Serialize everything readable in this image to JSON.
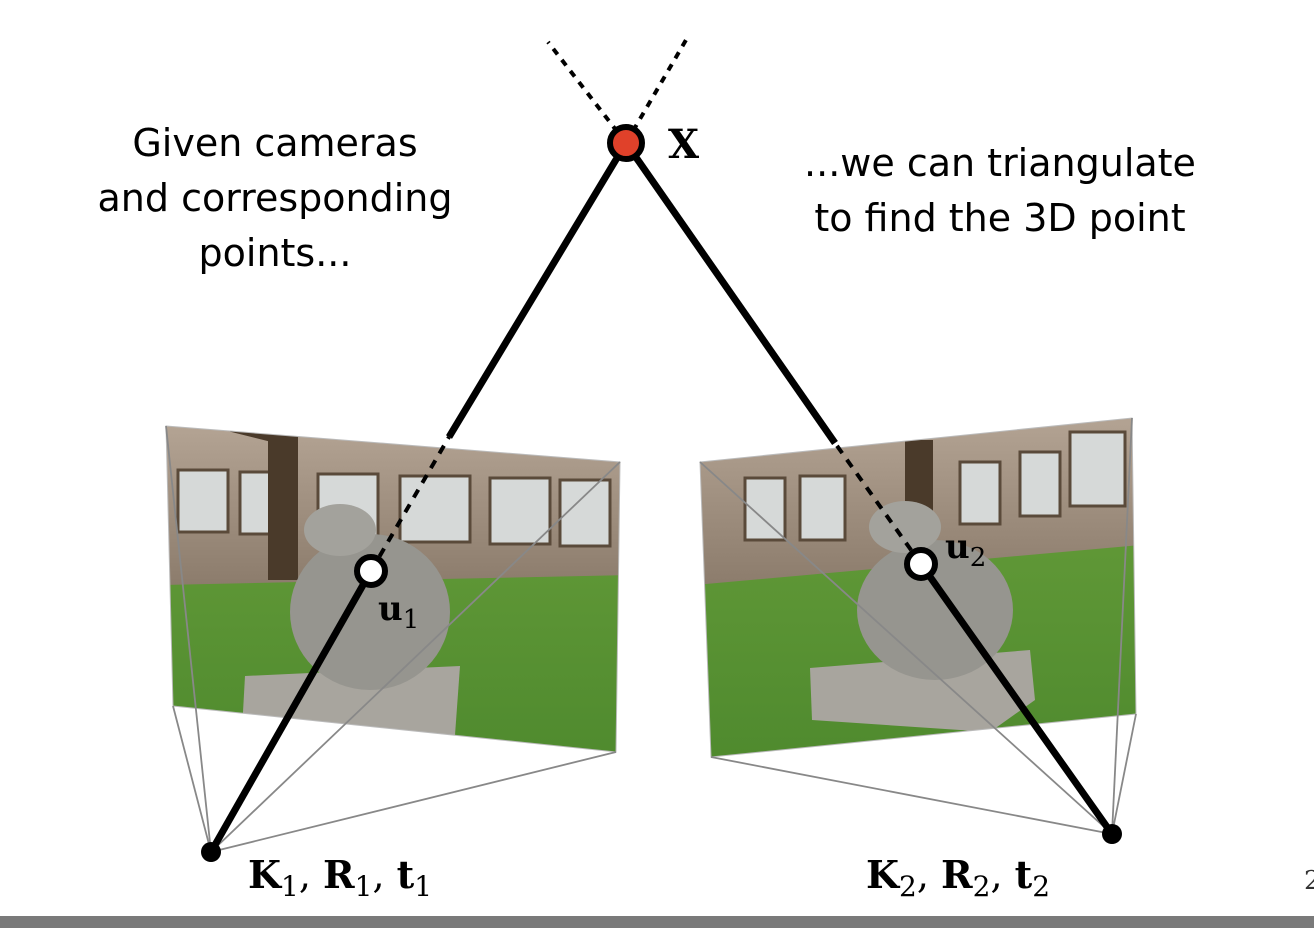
{
  "captions": {
    "left": "Given cameras\nand corresponding\npoints...",
    "right": "...we can triangulate\nto find the 3D point"
  },
  "labels": {
    "point_3d": "X",
    "u1_base": "u",
    "u1_sub": "1",
    "u2_base": "u",
    "u2_sub": "2",
    "cam1": {
      "K": "K",
      "K_sub": "1",
      "R": "R",
      "R_sub": "1",
      "t": "t",
      "t_sub": "1"
    },
    "cam2": {
      "K": "K",
      "K_sub": "2",
      "R": "R",
      "R_sub": "2",
      "t": "t",
      "t_sub": "2"
    }
  },
  "colors": {
    "point_3d_fill": "#e0412a",
    "ray": "#000000",
    "frustum": "#888888",
    "sky_wall": "#a89a8c",
    "grass": "#5f9a3a",
    "statue": "#9a9a96",
    "bottom_bar": "#7a7a7a"
  },
  "page_number_partial": "2"
}
